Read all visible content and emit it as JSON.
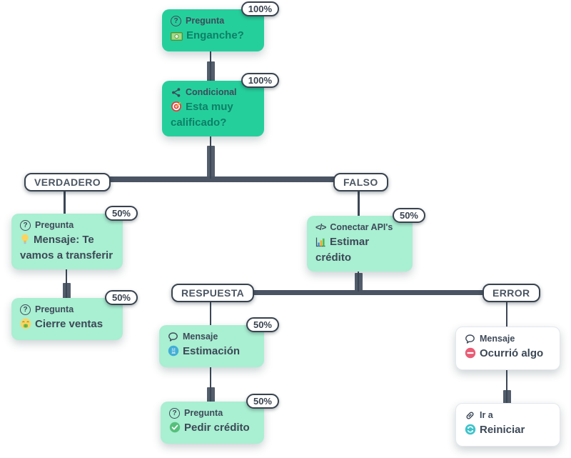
{
  "canvas": {
    "background": "#ffffff"
  },
  "colors": {
    "node_green": "#25cf9c",
    "node_light_green": "#a9efd2",
    "node_white": "#ffffff",
    "connector": "#4a5463",
    "text_dark": "#3e4a59",
    "text_teal": "#0d8066",
    "badge_border": "#39434f"
  },
  "nodes": [
    {
      "type_label": "Pregunta",
      "type_icon": "question-circle-icon",
      "title_icon": "banknote-icon",
      "title": "Enganche?",
      "badge": "100%",
      "variant": "green"
    },
    {
      "type_label": "Condicional",
      "type_icon": "share-icon",
      "title_icon": "target-icon",
      "title": "Esta muy calificado?",
      "badge": "100%",
      "variant": "green"
    },
    {
      "type_label": "Pregunta",
      "type_icon": "question-circle-icon",
      "title_icon": "bulb-icon",
      "title": "Mensaje: Te vamos a transferir",
      "badge": "50%",
      "variant": "light"
    },
    {
      "type_label": "Pregunta",
      "type_icon": "question-circle-icon",
      "title_icon": "money-face-icon",
      "title": "Cierre ventas",
      "badge": "50%",
      "variant": "light"
    },
    {
      "type_label": "Conectar API's",
      "type_icon": "code-icon",
      "title_icon": "bar-chart-icon",
      "title": "Estimar crédito",
      "badge": "50%",
      "variant": "light"
    },
    {
      "type_label": "Mensaje",
      "type_icon": "speech-bubble-icon",
      "title_icon": "numbers-icon",
      "title": "Estimación",
      "badge": "50%",
      "variant": "light"
    },
    {
      "type_label": "Pregunta",
      "type_icon": "question-circle-icon",
      "title_icon": "check-icon",
      "title": "Pedir crédito",
      "badge": "50%",
      "variant": "light"
    },
    {
      "type_label": "Mensaje",
      "type_icon": "speech-bubble-icon",
      "title_icon": "no-entry-icon",
      "title": "Ocurrió algo",
      "badge": null,
      "variant": "white"
    },
    {
      "type_label": "Ir a",
      "type_icon": "link-icon",
      "title_icon": "reload-icon",
      "title": "Reiniciar",
      "badge": null,
      "variant": "white"
    }
  ],
  "branches": [
    {
      "label": "VERDADERO"
    },
    {
      "label": "FALSO"
    },
    {
      "label": "RESPUESTA"
    },
    {
      "label": "ERROR"
    }
  ],
  "misc": {
    "question_glyph": "?",
    "code_glyph": "</>"
  }
}
